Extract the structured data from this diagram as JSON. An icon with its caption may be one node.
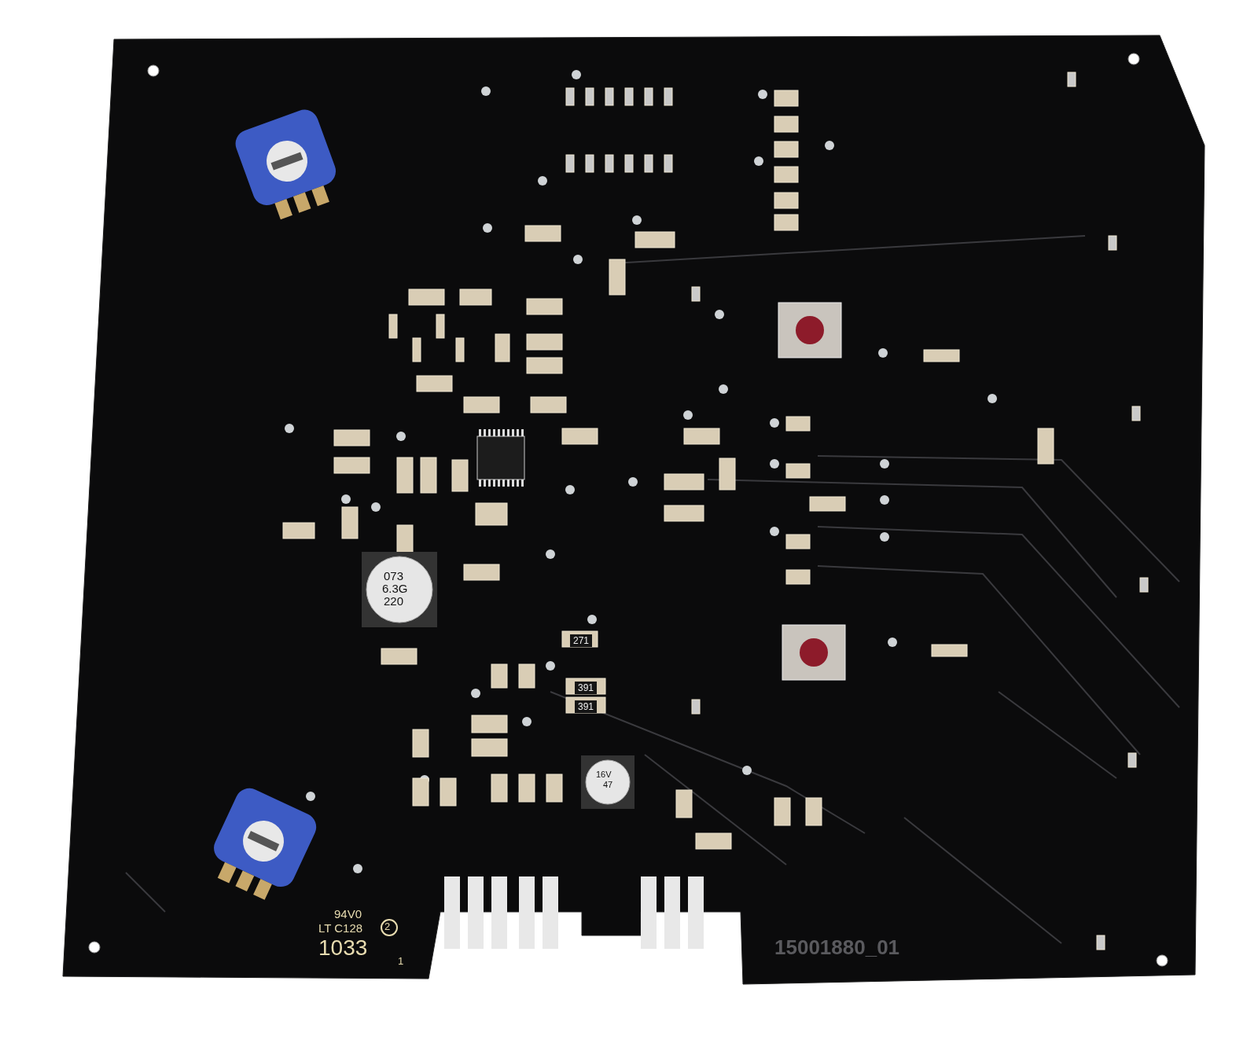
{
  "diagram": {
    "labels": [
      "94V0",
      "LT C128",
      "2",
      "1033",
      "1",
      "15001880_01",
      "220",
      "6.3G",
      "073",
      "16V",
      "47",
      "271",
      "391",
      "391"
    ]
  }
}
